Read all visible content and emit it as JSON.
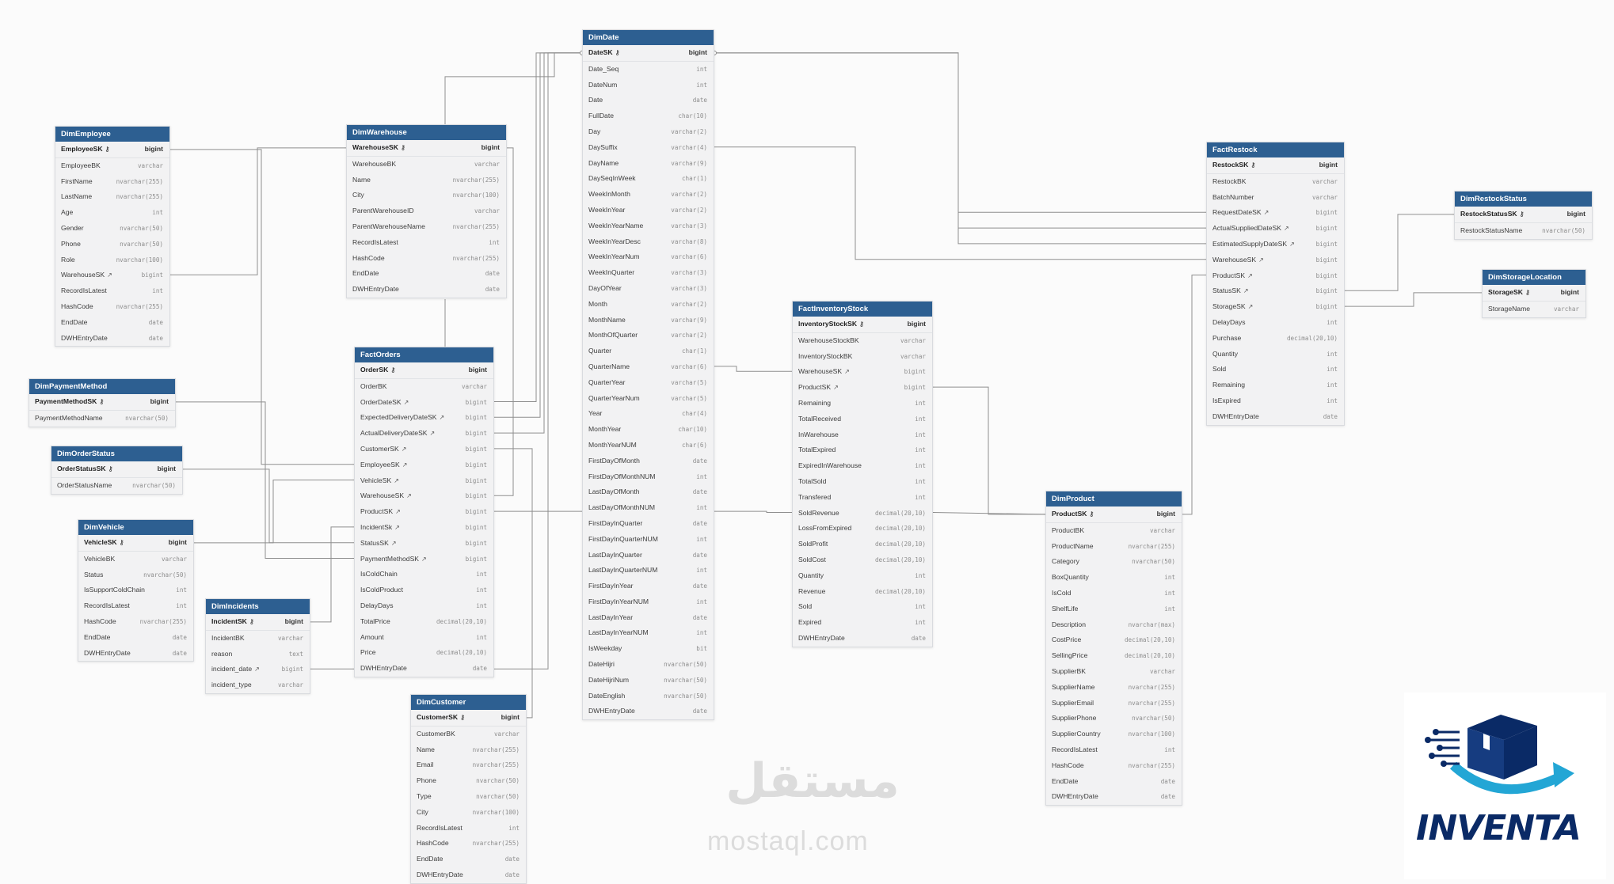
{
  "tables": [
    {
      "id": "DimDate",
      "title": "DimDate",
      "fields": [
        {
          "name": "DateSK",
          "type": "bigint",
          "pk": true
        },
        {
          "name": "Date_Seq",
          "type": "int"
        },
        {
          "name": "DateNum",
          "type": "int"
        },
        {
          "name": "Date",
          "type": "date"
        },
        {
          "name": "FullDate",
          "type": "char(10)"
        },
        {
          "name": "Day",
          "type": "varchar(2)"
        },
        {
          "name": "DaySuffix",
          "type": "varchar(4)"
        },
        {
          "name": "DayName",
          "type": "varchar(9)"
        },
        {
          "name": "DaySeqInWeek",
          "type": "char(1)"
        },
        {
          "name": "WeekInMonth",
          "type": "varchar(2)"
        },
        {
          "name": "WeekInYear",
          "type": "varchar(2)"
        },
        {
          "name": "WeekInYearName",
          "type": "varchar(3)"
        },
        {
          "name": "WeekInYearDesc",
          "type": "varchar(8)"
        },
        {
          "name": "WeekInYearNum",
          "type": "varchar(6)"
        },
        {
          "name": "WeekInQuarter",
          "type": "varchar(3)"
        },
        {
          "name": "DayOfYear",
          "type": "varchar(3)"
        },
        {
          "name": "Month",
          "type": "varchar(2)"
        },
        {
          "name": "MonthName",
          "type": "varchar(9)"
        },
        {
          "name": "MonthOfQuarter",
          "type": "varchar(2)"
        },
        {
          "name": "Quarter",
          "type": "char(1)"
        },
        {
          "name": "QuarterName",
          "type": "varchar(6)"
        },
        {
          "name": "QuarterYear",
          "type": "varchar(5)"
        },
        {
          "name": "QuarterYearNum",
          "type": "varchar(5)"
        },
        {
          "name": "Year",
          "type": "char(4)"
        },
        {
          "name": "MonthYear",
          "type": "char(10)"
        },
        {
          "name": "MonthYearNUM",
          "type": "char(6)"
        },
        {
          "name": "FirstDayOfMonth",
          "type": "date"
        },
        {
          "name": "FirstDayOfMonthNUM",
          "type": "int"
        },
        {
          "name": "LastDayOfMonth",
          "type": "date"
        },
        {
          "name": "LastDayOfMonthNUM",
          "type": "int"
        },
        {
          "name": "FirstDayInQuarter",
          "type": "date"
        },
        {
          "name": "FirstDayInQuarterNUM",
          "type": "int"
        },
        {
          "name": "LastDayInQuarter",
          "type": "date"
        },
        {
          "name": "LastDayInQuarterNUM",
          "type": "int"
        },
        {
          "name": "FirstDayInYear",
          "type": "date"
        },
        {
          "name": "FirstDayInYearNUM",
          "type": "int"
        },
        {
          "name": "LastDayInYear",
          "type": "date"
        },
        {
          "name": "LastDayInYearNUM",
          "type": "int"
        },
        {
          "name": "IsWeekday",
          "type": "bit"
        },
        {
          "name": "DateHijri",
          "type": "nvarchar(50)"
        },
        {
          "name": "DateHijriNum",
          "type": "nvarchar(50)"
        },
        {
          "name": "DateEnglish",
          "type": "nvarchar(50)"
        },
        {
          "name": "DWHEntryDate",
          "type": "date"
        }
      ]
    },
    {
      "id": "DimEmployee",
      "title": "DimEmployee",
      "fields": [
        {
          "name": "EmployeeSK",
          "type": "bigint",
          "pk": true
        },
        {
          "name": "EmployeeBK",
          "type": "varchar"
        },
        {
          "name": "FirstName",
          "type": "nvarchar(255)"
        },
        {
          "name": "LastName",
          "type": "nvarchar(255)"
        },
        {
          "name": "Age",
          "type": "int"
        },
        {
          "name": "Gender",
          "type": "nvarchar(50)"
        },
        {
          "name": "Phone",
          "type": "nvarchar(50)"
        },
        {
          "name": "Role",
          "type": "nvarchar(100)"
        },
        {
          "name": "WarehouseSK",
          "type": "bigint",
          "fk": true
        },
        {
          "name": "RecordIsLatest",
          "type": "int"
        },
        {
          "name": "HashCode",
          "type": "nvarchar(255)"
        },
        {
          "name": "EndDate",
          "type": "date"
        },
        {
          "name": "DWHEntryDate",
          "type": "date"
        }
      ]
    },
    {
      "id": "DimWarehouse",
      "title": "DimWarehouse",
      "fields": [
        {
          "name": "WarehouseSK",
          "type": "bigint",
          "pk": true
        },
        {
          "name": "WarehouseBK",
          "type": "varchar"
        },
        {
          "name": "Name",
          "type": "nvarchar(255)"
        },
        {
          "name": "City",
          "type": "nvarchar(100)"
        },
        {
          "name": "ParentWarehouseID",
          "type": "varchar"
        },
        {
          "name": "ParentWarehouseName",
          "type": "nvarchar(255)"
        },
        {
          "name": "RecordIsLatest",
          "type": "int"
        },
        {
          "name": "HashCode",
          "type": "nvarchar(255)"
        },
        {
          "name": "EndDate",
          "type": "date"
        },
        {
          "name": "DWHEntryDate",
          "type": "date"
        }
      ]
    },
    {
      "id": "DimPaymentMethod",
      "title": "DimPaymentMethod",
      "fields": [
        {
          "name": "PaymentMethodSK",
          "type": "bigint",
          "pk": true
        },
        {
          "name": "PaymentMethodName",
          "type": "nvarchar(50)"
        }
      ]
    },
    {
      "id": "DimOrderStatus",
      "title": "DimOrderStatus",
      "fields": [
        {
          "name": "OrderStatusSK",
          "type": "bigint",
          "pk": true
        },
        {
          "name": "OrderStatusName",
          "type": "nvarchar(50)"
        }
      ]
    },
    {
      "id": "DimVehicle",
      "title": "DimVehicle",
      "fields": [
        {
          "name": "VehicleSK",
          "type": "bigint",
          "pk": true
        },
        {
          "name": "VehicleBK",
          "type": "varchar"
        },
        {
          "name": "Status",
          "type": "nvarchar(50)"
        },
        {
          "name": "IsSupportColdChain",
          "type": "int"
        },
        {
          "name": "RecordIsLatest",
          "type": "int"
        },
        {
          "name": "HashCode",
          "type": "nvarchar(255)"
        },
        {
          "name": "EndDate",
          "type": "date"
        },
        {
          "name": "DWHEntryDate",
          "type": "date"
        }
      ]
    },
    {
      "id": "DimIncidents",
      "title": "DimIncidents",
      "fields": [
        {
          "name": "IncidentSK",
          "type": "bigint",
          "pk": true
        },
        {
          "name": "IncidentBK",
          "type": "varchar"
        },
        {
          "name": "reason",
          "type": "text"
        },
        {
          "name": "incident_date",
          "type": "bigint",
          "fk": true
        },
        {
          "name": "incident_type",
          "type": "varchar"
        }
      ]
    },
    {
      "id": "FactOrders",
      "title": "FactOrders",
      "fields": [
        {
          "name": "OrderSK",
          "type": "bigint",
          "pk": true
        },
        {
          "name": "OrderBK",
          "type": "varchar"
        },
        {
          "name": "OrderDateSK",
          "type": "bigint",
          "fk": true
        },
        {
          "name": "ExpectedDeliveryDateSK",
          "type": "bigint",
          "fk": true
        },
        {
          "name": "ActualDeliveryDateSK",
          "type": "bigint",
          "fk": true
        },
        {
          "name": "CustomerSK",
          "type": "bigint",
          "fk": true
        },
        {
          "name": "EmployeeSK",
          "type": "bigint",
          "fk": true
        },
        {
          "name": "VehicleSK",
          "type": "bigint",
          "fk": true
        },
        {
          "name": "WarehouseSK",
          "type": "bigint",
          "fk": true
        },
        {
          "name": "ProductSK",
          "type": "bigint",
          "fk": true
        },
        {
          "name": "IncidentSk",
          "type": "bigint",
          "fk": true
        },
        {
          "name": "StatusSK",
          "type": "bigint",
          "fk": true
        },
        {
          "name": "PaymentMethodSK",
          "type": "bigint",
          "fk": true
        },
        {
          "name": "IsColdChain",
          "type": "int"
        },
        {
          "name": "IsColdProduct",
          "type": "int"
        },
        {
          "name": "DelayDays",
          "type": "int"
        },
        {
          "name": "TotalPrice",
          "type": "decimal(20,10)"
        },
        {
          "name": "Amount",
          "type": "int"
        },
        {
          "name": "Price",
          "type": "decimal(20,10)"
        },
        {
          "name": "DWHEntryDate",
          "type": "date"
        }
      ]
    },
    {
      "id": "DimCustomer",
      "title": "DimCustomer",
      "fields": [
        {
          "name": "CustomerSK",
          "type": "bigint",
          "pk": true
        },
        {
          "name": "CustomerBK",
          "type": "varchar"
        },
        {
          "name": "Name",
          "type": "nvarchar(255)"
        },
        {
          "name": "Email",
          "type": "nvarchar(255)"
        },
        {
          "name": "Phone",
          "type": "nvarchar(50)"
        },
        {
          "name": "Type",
          "type": "nvarchar(50)"
        },
        {
          "name": "City",
          "type": "nvarchar(100)"
        },
        {
          "name": "RecordIsLatest",
          "type": "int"
        },
        {
          "name": "HashCode",
          "type": "nvarchar(255)"
        },
        {
          "name": "EndDate",
          "type": "date"
        },
        {
          "name": "DWHEntryDate",
          "type": "date"
        }
      ]
    },
    {
      "id": "FactInventoryStock",
      "title": "FactInventoryStock",
      "fields": [
        {
          "name": "InventoryStockSK",
          "type": "bigint",
          "pk": true
        },
        {
          "name": "WarehouseStockBK",
          "type": "varchar"
        },
        {
          "name": "InventoryStockBK",
          "type": "varchar"
        },
        {
          "name": "WarehouseSK",
          "type": "bigint",
          "fk": true
        },
        {
          "name": "ProductSK",
          "type": "bigint",
          "fk": true
        },
        {
          "name": "Remaining",
          "type": "int"
        },
        {
          "name": "TotalReceived",
          "type": "int"
        },
        {
          "name": "InWarehouse",
          "type": "int"
        },
        {
          "name": "TotalExpired",
          "type": "int"
        },
        {
          "name": "ExpiredInWarehouse",
          "type": "int"
        },
        {
          "name": "TotalSold",
          "type": "int"
        },
        {
          "name": "Transfered",
          "type": "int"
        },
        {
          "name": "SoldRevenue",
          "type": "decimal(20,10)"
        },
        {
          "name": "LossFromExpired",
          "type": "decimal(20,10)"
        },
        {
          "name": "SoldProfit",
          "type": "decimal(20,10)"
        },
        {
          "name": "SoldCost",
          "type": "decimal(20,10)"
        },
        {
          "name": "Quantity",
          "type": "int"
        },
        {
          "name": "Revenue",
          "type": "decimal(20,10)"
        },
        {
          "name": "Sold",
          "type": "int"
        },
        {
          "name": "Expired",
          "type": "int"
        },
        {
          "name": "DWHEntryDate",
          "type": "date"
        }
      ]
    },
    {
      "id": "FactRestock",
      "title": "FactRestock",
      "fields": [
        {
          "name": "RestockSK",
          "type": "bigint",
          "pk": true
        },
        {
          "name": "RestockBK",
          "type": "varchar"
        },
        {
          "name": "BatchNumber",
          "type": "varchar"
        },
        {
          "name": "RequestDateSK",
          "type": "bigint",
          "fk": true
        },
        {
          "name": "ActualSuppliedDateSK",
          "type": "bigint",
          "fk": true
        },
        {
          "name": "EstimatedSupplyDateSK",
          "type": "bigint",
          "fk": true
        },
        {
          "name": "WarehouseSK",
          "type": "bigint",
          "fk": true
        },
        {
          "name": "ProductSK",
          "type": "bigint",
          "fk": true
        },
        {
          "name": "StatusSK",
          "type": "bigint",
          "fk": true
        },
        {
          "name": "StorageSK",
          "type": "bigint",
          "fk": true
        },
        {
          "name": "DelayDays",
          "type": "int"
        },
        {
          "name": "Purchase",
          "type": "decimal(20,10)"
        },
        {
          "name": "Quantity",
          "type": "int"
        },
        {
          "name": "Sold",
          "type": "int"
        },
        {
          "name": "Remaining",
          "type": "int"
        },
        {
          "name": "IsExpired",
          "type": "int"
        },
        {
          "name": "DWHEntryDate",
          "type": "date"
        }
      ]
    },
    {
      "id": "DimRestockStatus",
      "title": "DimRestockStatus",
      "fields": [
        {
          "name": "RestockStatusSK",
          "type": "bigint",
          "pk": true
        },
        {
          "name": "RestockStatusName",
          "type": "nvarchar(50)"
        }
      ]
    },
    {
      "id": "DimStorageLocation",
      "title": "DimStorageLocation",
      "fields": [
        {
          "name": "StorageSK",
          "type": "bigint",
          "pk": true
        },
        {
          "name": "StorageName",
          "type": "varchar"
        }
      ]
    },
    {
      "id": "DimProduct",
      "title": "DimProduct",
      "fields": [
        {
          "name": "ProductSK",
          "type": "bigint",
          "pk": true
        },
        {
          "name": "ProductBK",
          "type": "varchar"
        },
        {
          "name": "ProductName",
          "type": "nvarchar(255)"
        },
        {
          "name": "Category",
          "type": "nvarchar(50)"
        },
        {
          "name": "BoxQuantity",
          "type": "int"
        },
        {
          "name": "IsCold",
          "type": "int"
        },
        {
          "name": "ShelfLife",
          "type": "int"
        },
        {
          "name": "Description",
          "type": "nvarchar(max)"
        },
        {
          "name": "CostPrice",
          "type": "decimal(20,10)"
        },
        {
          "name": "SellingPrice",
          "type": "decimal(20,10)"
        },
        {
          "name": "SupplierBK",
          "type": "varchar"
        },
        {
          "name": "SupplierName",
          "type": "nvarchar(255)"
        },
        {
          "name": "SupplierEmail",
          "type": "nvarchar(255)"
        },
        {
          "name": "SupplierPhone",
          "type": "nvarchar(50)"
        },
        {
          "name": "SupplierCountry",
          "type": "nvarchar(100)"
        },
        {
          "name": "RecordIsLatest",
          "type": "int"
        },
        {
          "name": "HashCode",
          "type": "nvarchar(255)"
        },
        {
          "name": "EndDate",
          "type": "date"
        },
        {
          "name": "DWHEntryDate",
          "type": "date"
        }
      ]
    }
  ],
  "watermark": {
    "arabic": "مستقل",
    "latin": "mostaql.com"
  },
  "logo": {
    "text": "INVENTA"
  },
  "colors": {
    "header": "#2d5f91",
    "body": "#f2f2f3",
    "line": "#8f8f8f",
    "logo": "#0a2a66",
    "logo_arrow": "#23a6d5"
  }
}
